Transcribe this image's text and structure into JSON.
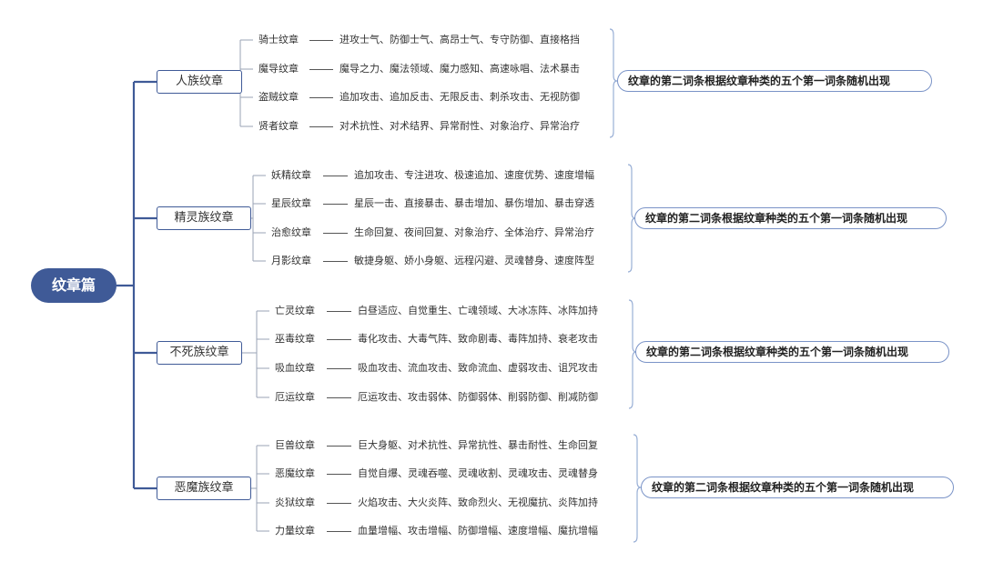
{
  "root": {
    "label": "纹章篇"
  },
  "groups": [
    {
      "label": "人族纹章",
      "note": "纹章的第二词条根据纹章种类的五个第一词条随机出现",
      "items": [
        {
          "emblem": "骑士纹章",
          "words": "进攻士气、防御士气、高昂士气、专守防御、直接格挡"
        },
        {
          "emblem": "魔导纹章",
          "words": "魔导之力、魔法领域、魔力感知、高速咏唱、法术暴击"
        },
        {
          "emblem": "盗贼纹章",
          "words": "追加攻击、追加反击、无限反击、刺杀攻击、无视防御"
        },
        {
          "emblem": "贤者纹章",
          "words": "对术抗性、对术结界、异常耐性、对象治疗、异常治疗"
        }
      ]
    },
    {
      "label": "精灵族纹章",
      "note": "纹章的第二词条根据纹章种类的五个第一词条随机出现",
      "items": [
        {
          "emblem": "妖精纹章",
          "words": "追加攻击、专注进攻、极速追加、速度优势、速度增幅"
        },
        {
          "emblem": "星辰纹章",
          "words": "星辰一击、直接暴击、暴击增加、暴伤增加、暴击穿透"
        },
        {
          "emblem": "治愈纹章",
          "words": "生命回复、夜间回复、对象治疗、全体治疗、异常治疗"
        },
        {
          "emblem": "月影纹章",
          "words": "敏捷身躯、娇小身躯、远程闪避、灵魂替身、速度阵型"
        }
      ]
    },
    {
      "label": "不死族纹章",
      "note": "纹章的第二词条根据纹章种类的五个第一词条随机出现",
      "items": [
        {
          "emblem": "亡灵纹章",
          "words": "白昼适应、自觉重生、亡魂领域、大冰冻阵、冰阵加持"
        },
        {
          "emblem": "巫毒纹章",
          "words": "毒化攻击、大毒气阵、致命剧毒、毒阵加持、衰老攻击"
        },
        {
          "emblem": "吸血纹章",
          "words": "吸血攻击、流血攻击、致命流血、虚弱攻击、诅咒攻击"
        },
        {
          "emblem": "厄运纹章",
          "words": "厄运攻击、攻击弱体、防御弱体、削弱防御、削减防御"
        }
      ]
    },
    {
      "label": "恶魔族纹章",
      "note": "纹章的第二词条根据纹章种类的五个第一词条随机出现",
      "items": [
        {
          "emblem": "巨兽纹章",
          "words": "巨大身躯、对术抗性、异常抗性、暴击耐性、生命回复"
        },
        {
          "emblem": "恶魔纹章",
          "words": "自觉自爆、灵魂吞噬、灵魂收割、灵魂攻击、灵魂替身"
        },
        {
          "emblem": "炎狱纹章",
          "words": "火焰攻击、大火炎阵、致命烈火、无视魔抗、炎阵加持"
        },
        {
          "emblem": "力量纹章",
          "words": "血量增幅、攻击增幅、防御增幅、速度增幅、魔抗增幅"
        }
      ]
    }
  ]
}
